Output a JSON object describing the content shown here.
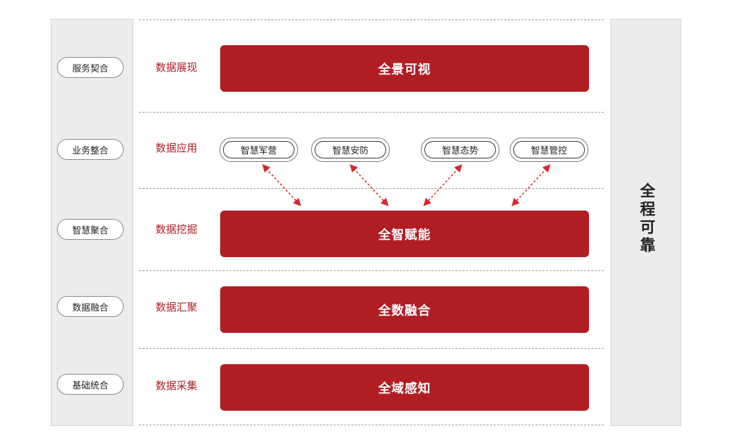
{
  "left_tags": [
    "服务契合",
    "业务整合",
    "智慧聚合",
    "数据融合",
    "基础统合"
  ],
  "rows": [
    {
      "label": "数据展现",
      "bar": "全景可视"
    },
    {
      "label": "数据应用",
      "bar": ""
    },
    {
      "label": "数据挖掘",
      "bar": "全智赋能"
    },
    {
      "label": "数据汇聚",
      "bar": "全数融合"
    },
    {
      "label": "数据采集",
      "bar": "全域感知"
    }
  ],
  "apps": [
    "智慧军营",
    "智慧安防",
    "智慧态势",
    "智慧管控"
  ],
  "right_title": "全程可靠",
  "colors": {
    "accent": "#b01e24",
    "panel": "#ececec",
    "arrow": "#d9262c"
  }
}
